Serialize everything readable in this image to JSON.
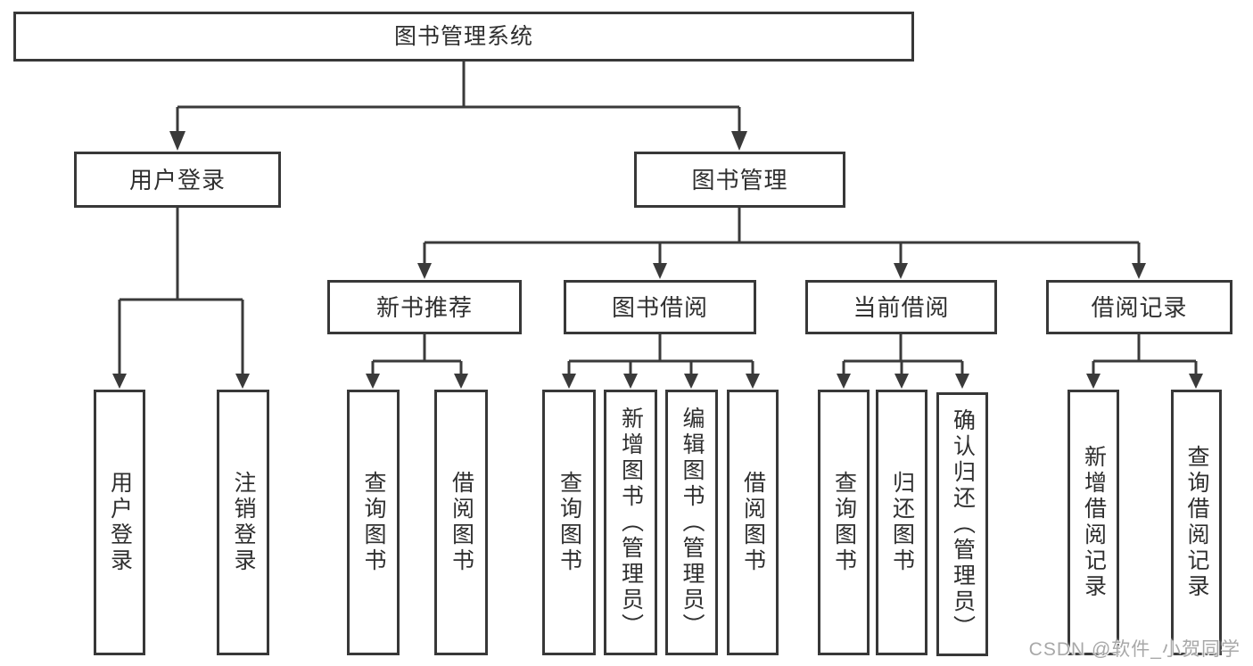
{
  "nodes": {
    "root": "图书管理系统",
    "level2": [
      "用户登录",
      "图书管理"
    ],
    "level3": [
      "新书推荐",
      "图书借阅",
      "当前借阅",
      "借阅记录"
    ],
    "leaves": [
      [
        "用户登录",
        "注销登录"
      ],
      [
        "查询图书",
        "借阅图书"
      ],
      [
        "查询图书",
        "新增图书（管理员）",
        "编辑图书（管理员）",
        "借阅图书"
      ],
      [
        "查询图书",
        "归还图书",
        "确认归还（管理员）"
      ],
      [
        "新增借阅记录",
        "查询借阅记录"
      ]
    ]
  },
  "watermark": {
    "text": "CSDN @软件_小贺同学"
  },
  "colors": {
    "line": "#3a3a3a",
    "border": "#383838",
    "text": "#2f2f2f",
    "background": "#ffffff",
    "watermark": "#a8a8a8"
  }
}
